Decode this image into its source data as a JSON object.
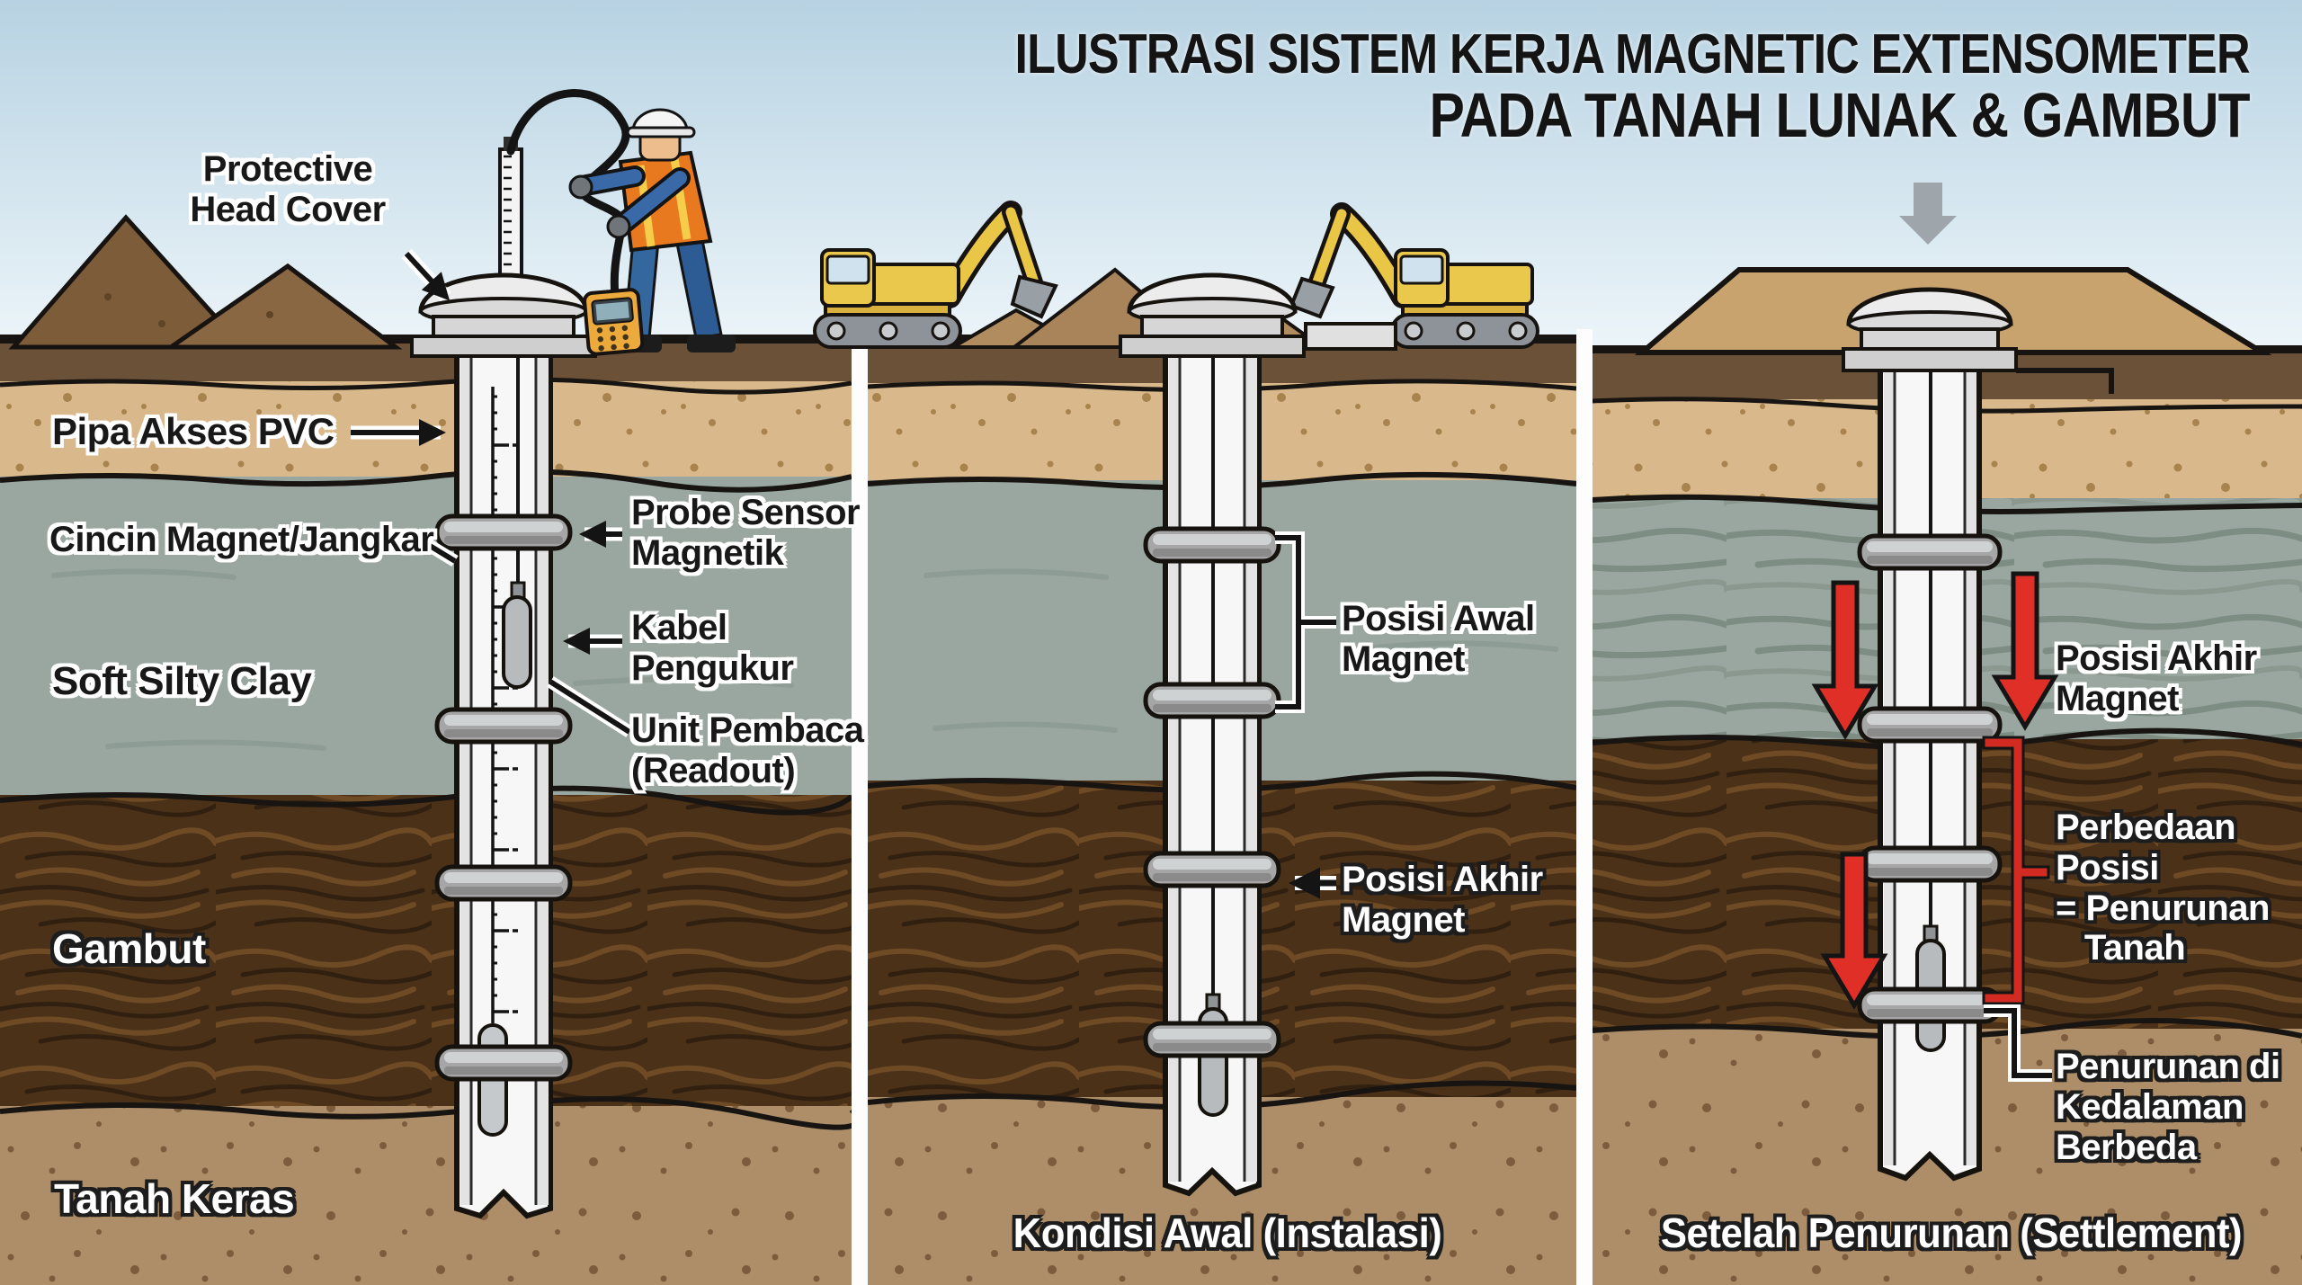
{
  "title": {
    "line1": "ILUSTRASI SISTEM KERJA MAGNETIC EXTENSOMETER",
    "line2": "PADA TANAH LUNAK & GAMBUT"
  },
  "panel1": {
    "labels": {
      "protective_head_cover": "Protective\nHead Cover",
      "pipa_akses": "Pipa Akses PVC",
      "cincin_magnet": "Cincin Magnet/Jangkar",
      "soft_silty_clay": "Soft Silty Clay",
      "probe_sensor": "Probe Sensor\nMagnetik",
      "kabel_pengukur": "Kabel\nPengukur",
      "unit_pembaca": "Unit Pembaca\n(Readout)",
      "gambut": "Gambut",
      "tanah_keras": "Tanah Keras"
    }
  },
  "panel2": {
    "labels": {
      "posisi_awal": "Posisi Awal\nMagnet",
      "posisi_akhir": "Posisi Akhir\nMagnet"
    },
    "caption": "Kondisi Awal (Instalasi)"
  },
  "panel3": {
    "labels": {
      "posisi_akhir": "Posisi Akhir\nMagnet",
      "perbedaan": "Perbedaan\nPosisi\n= Penurunan\n   Tanah",
      "penurunan_kedalaman": "Penurunan di\nKedalaman\nBerbeda"
    },
    "caption": "Setelah Penurunan (Settlement)"
  },
  "colors": {
    "sky": "#c3dbe8",
    "sand": "#d9b98b",
    "soft_clay": "#9aa7a0",
    "peat": "#4c3119",
    "hard_soil": "#ad8e68",
    "surface_band": "#6b5138",
    "embankment": "#c9a36e",
    "accent_red": "#df2f26",
    "machine_yellow": "#e9c645",
    "vest_orange": "#e8791f",
    "device_orange": "#eca93c",
    "pipe_white": "#f7f7f7",
    "ring_gray": "#a6a6a6"
  }
}
